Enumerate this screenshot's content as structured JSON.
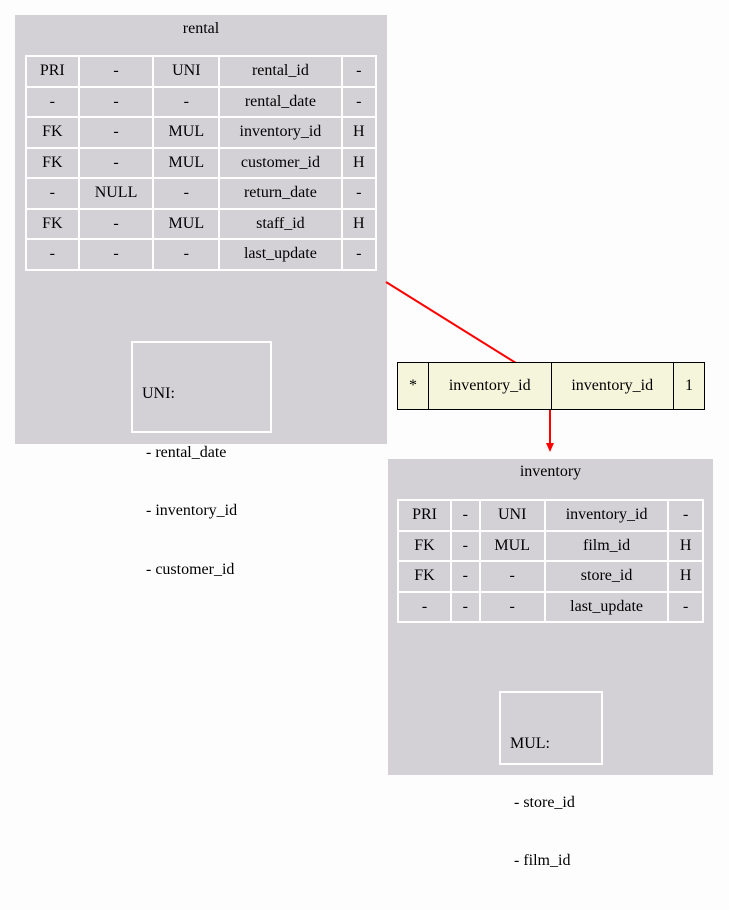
{
  "rental": {
    "title": "rental",
    "rows": [
      [
        "PRI",
        "-",
        "UNI",
        "rental_id",
        "-"
      ],
      [
        "-",
        "-",
        "-",
        "rental_date",
        "-"
      ],
      [
        "FK",
        "-",
        "MUL",
        "inventory_id",
        "H"
      ],
      [
        "FK",
        "-",
        "MUL",
        "customer_id",
        "H"
      ],
      [
        "-",
        "NULL",
        "-",
        "return_date",
        "-"
      ],
      [
        "FK",
        "-",
        "MUL",
        "staff_id",
        "H"
      ],
      [
        "-",
        "-",
        "-",
        "last_update",
        "-"
      ]
    ],
    "note": {
      "header": "UNI:",
      "items": [
        " - rental_date",
        " - inventory_id",
        " - customer_id"
      ]
    }
  },
  "inventory": {
    "title": "inventory",
    "rows": [
      [
        "PRI",
        "-",
        "UNI",
        "inventory_id",
        "-"
      ],
      [
        "FK",
        "-",
        "MUL",
        "film_id",
        "H"
      ],
      [
        "FK",
        "-",
        "-",
        "store_id",
        "H"
      ],
      [
        "-",
        "-",
        "-",
        "last_update",
        "-"
      ]
    ],
    "note": {
      "header": "MUL:",
      "items": [
        " - store_id",
        " - film_id"
      ]
    }
  },
  "relation": {
    "cells": [
      "*",
      "inventory_id",
      "inventory_id",
      "1"
    ],
    "color": "#ff0000"
  }
}
